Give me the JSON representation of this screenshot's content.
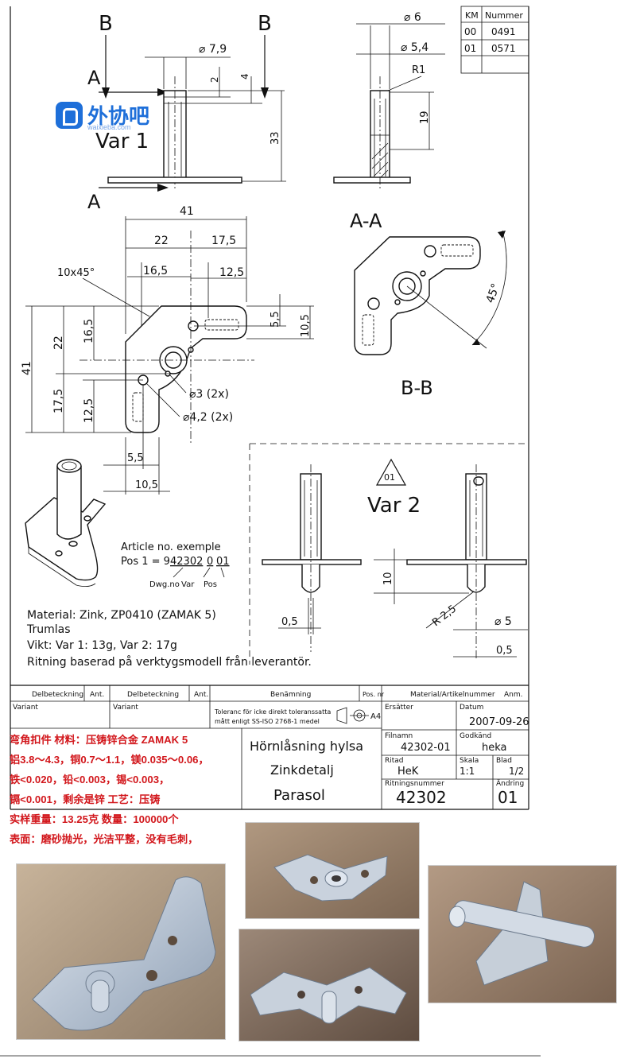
{
  "revision_table": {
    "headers": [
      "KM",
      "Nummer"
    ],
    "rows": [
      [
        "00",
        "0491"
      ],
      [
        "01",
        "0571"
      ]
    ]
  },
  "section_marks": {
    "b": "B",
    "a": "A"
  },
  "view_labels": {
    "var1": "Var 1",
    "var2": "Var 2",
    "aa": "A-A",
    "bb": "B-B",
    "rev_triangle": "01"
  },
  "dimensions": {
    "phi6": "⌀ 6",
    "phi54": "⌀ 5,4",
    "r1": "R1",
    "d19": "19",
    "phi79": "⌀ 7,9",
    "d2": "2",
    "d4": "4",
    "d33": "33",
    "d41_top": "41",
    "d22_top": "22",
    "d175_top": "17,5",
    "d165_top": "16,5",
    "d125_top": "12,5",
    "chamfer": "10x45°",
    "d55_right": "5,5",
    "d105_right": "10,5",
    "d22_left": "22",
    "d165_left": "16,5",
    "d41_left": "41",
    "d175_left": "17,5",
    "d125_left": "12,5",
    "phi3": "⌀3 (2x)",
    "phi42": "⌀4,2 (2x)",
    "d55_bottom": "5,5",
    "d105_bottom": "10,5",
    "angle45": "45°",
    "d10": "10",
    "r25": "R 2,5",
    "d05_a": "0,5",
    "phi5": "⌀ 5",
    "d05_b": "0,5"
  },
  "article_note": {
    "title": "Article no. exemple",
    "pos_prefix": "Pos 1 = 9",
    "pos_number": "42302",
    "pos_var": "0",
    "pos_pos": "01",
    "caption_dwg": "Dwg.no",
    "caption_var": "Var",
    "caption_pos": "Pos"
  },
  "material_notes": [
    "Material: Zink, ZP0410 (ZAMAK 5)",
    "Trumlas",
    "Vikt: Var 1: 13g, Var 2: 17g",
    "Ritning baserad på verktygsmodell från leverantör."
  ],
  "title_block": {
    "h_delbeteckning_1": "Delbeteckning",
    "h_ant_1": "Ant.",
    "h_delbeteckning_2": "Delbeteckning",
    "h_ant_2": "Ant.",
    "h_benamning": "Benämning",
    "h_pos": "Pos. nr",
    "h_material": "Material/Artikelnummer",
    "h_anm": "Anm.",
    "variant_1": "Variant",
    "variant_2": "Variant",
    "tolerance_1": "Toleranс för icke direkt toleranssatta",
    "tolerance_2": "mått enligt SS-ISO 2768-1 medel",
    "format": "A4",
    "name_1": "Hörnlåsning hylsa",
    "name_2": "Zinkdetalj",
    "name_3": "Parasol",
    "ersatter_label": "Ersätter",
    "datum_label": "Datum",
    "datum": "2007-09-26",
    "filnamn_label": "Filnamn",
    "filnamn": "42302-01",
    "godkand_label": "Godkänd",
    "godkand": "heka",
    "ritad_label": "Ritad",
    "ritad": "HeK",
    "skala_label": "Skala",
    "skala": "1:1",
    "blad_label": "Blad",
    "blad": "1/2",
    "ritningsnummer_label": "Ritningsnummer",
    "ritningsnummer": "42302",
    "andring_label": "Ändring",
    "andring": "01"
  },
  "chinese_note": [
    "弯角扣件     材料：压铸锌合金 ZAMAK 5",
    "铝3.8～4.3，铜0.7～1.1，镁0.035～0.06，",
    "铁<0.020，铅<0.003，锡<0.003，",
    "镉<0.001，剩余是锌          工艺：压铸",
    "实样重量：13.25克          数量：100000个",
    "表面：磨砂抛光，光洁平整，没有毛刺，"
  ],
  "watermark": {
    "name": "外协吧",
    "url": "waixieba.com"
  },
  "colors": {
    "accent_red": "#d2171c",
    "watermark_blue": "#1e6fd9"
  },
  "photos": [
    "photo-angled-part",
    "photo-top-view",
    "photo-pin-side",
    "photo-front-view"
  ]
}
